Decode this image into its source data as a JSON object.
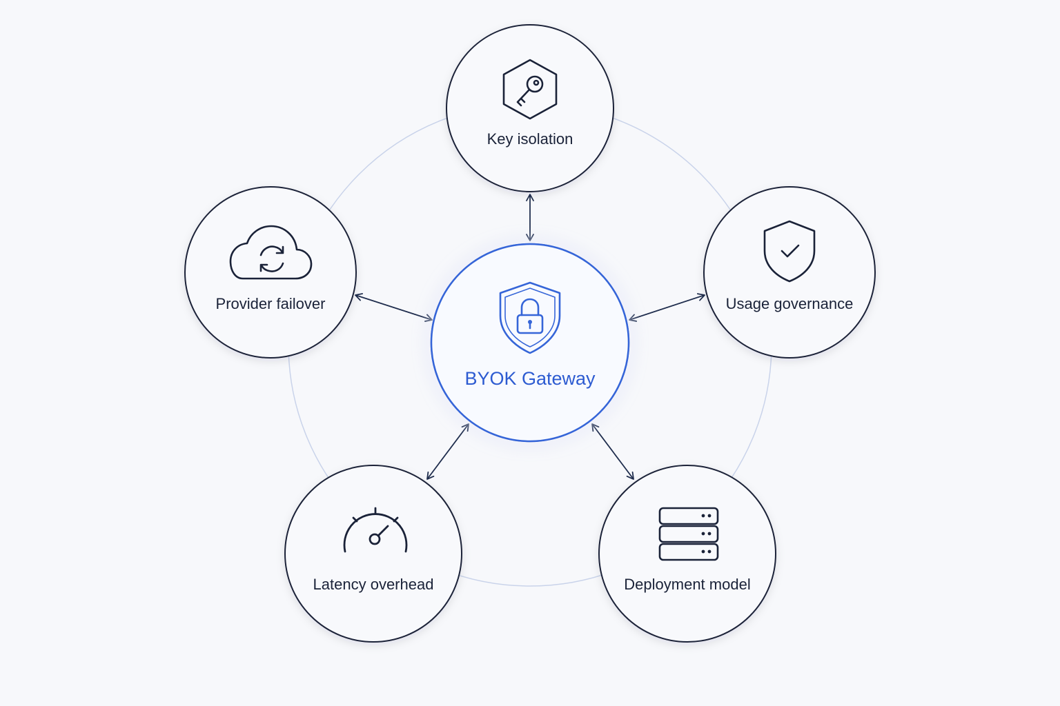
{
  "center": {
    "label": "BYOK Gateway",
    "icon": "shield-lock-icon",
    "accent": "#3565d8"
  },
  "nodes": [
    {
      "id": "key-isolation",
      "label": "Key isolation",
      "icon": "key-hexagon-icon"
    },
    {
      "id": "usage-governance",
      "label": "Usage governance",
      "icon": "shield-check-icon"
    },
    {
      "id": "deployment-model",
      "label": "Deployment model",
      "icon": "server-stack-icon"
    },
    {
      "id": "latency-overhead",
      "label": "Latency overhead",
      "icon": "speedometer-icon"
    },
    {
      "id": "provider-failover",
      "label": "Provider failover",
      "icon": "cloud-sync-icon"
    }
  ],
  "colors": {
    "node_stroke": "#1a2238",
    "arrow": "#1f2d4d",
    "ring": "#c9d3ea",
    "background": "#f7f8fb"
  }
}
